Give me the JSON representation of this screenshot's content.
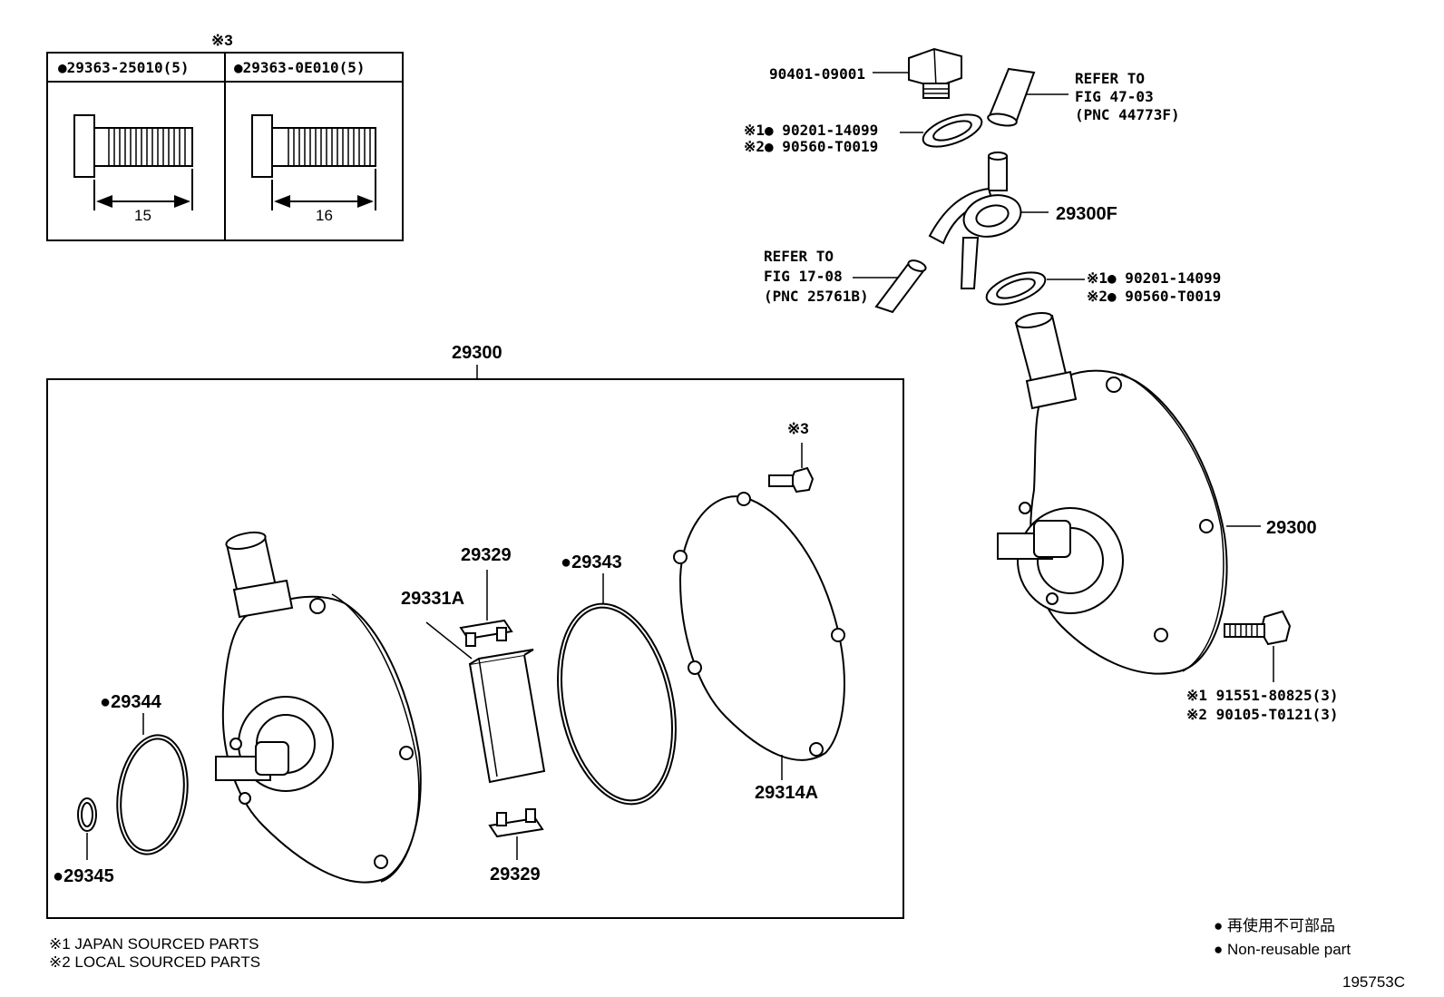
{
  "stud_table": {
    "note_mark": "※3",
    "col1_part": "●29363-25010(5)",
    "col2_part": "●29363-0E010(5)",
    "col1_length": "15",
    "col2_length": "16"
  },
  "labels": {
    "plug": "90401-09001",
    "gasket_upper_1": "※1● 90201-14099",
    "gasket_upper_2": "※2● 90560-T0019",
    "refer_upper_1": "REFER TO",
    "refer_upper_2": "FIG 47-03",
    "refer_upper_3": "(PNC 44773F)",
    "union": "29300F",
    "refer_lower_1": "REFER TO",
    "refer_lower_2": "FIG 17-08",
    "refer_lower_3": "(PNC 25761B)",
    "gasket_lower_1": "※1● 90201-14099",
    "gasket_lower_2": "※2● 90560-T0019",
    "assembly_top": "29300",
    "assembly_right": "29300",
    "bolt_1": "※1  91551-80825(3)",
    "bolt_2": "※2  90105-T0121(3)",
    "screw_mark": "※3",
    "vane_top": "29329",
    "vane_bottom": "29329",
    "rotor": "29331A",
    "oring_large": "●29343",
    "cover": "29314A",
    "oring_mid": "●29344",
    "oring_small": "●29345"
  },
  "notes": {
    "note1": "※1  JAPAN SOURCED PARTS",
    "note2": "※2  LOCAL SOURCED PARTS",
    "legend_jp": "● 再使用不可部品",
    "legend_en": "● Non-reusable part",
    "figure_id": "195753C"
  }
}
